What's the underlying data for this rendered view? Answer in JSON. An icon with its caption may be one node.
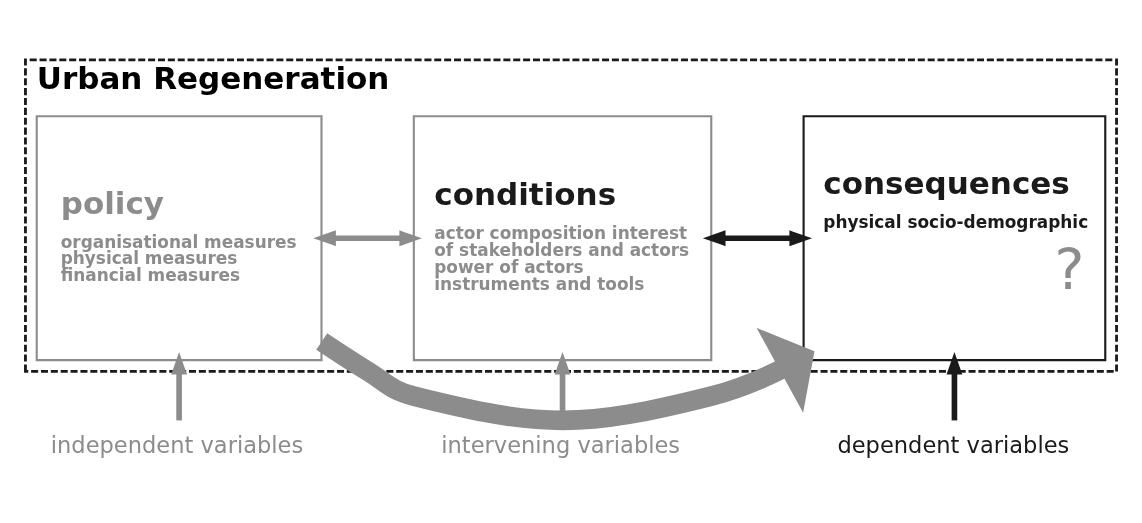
{
  "diagram": {
    "nodes": [
      {
        "text": [
          "Urban Regeneration"
        ]
      },
      {
        "text": [
          "policy",
          "organisational measures physical measures financial measures"
        ],
        "in": 0
      },
      {
        "text": [
          "conditions",
          "actor composition interest of stakeholders and actors power of actors instruments and tools"
        ],
        "in": 0
      },
      {
        "text": [
          "consequences",
          "physical socio-demographic",
          "?"
        ],
        "in": 0
      },
      {
        "text": [
          "independent variables"
        ]
      },
      {
        "text": [
          "intervening variables"
        ]
      },
      {
        "text": [
          "dependent variables"
        ]
      }
    ],
    "edges": [
      {
        "from": 1,
        "to": 2,
        "arrow": "both"
      },
      {
        "from": 2,
        "to": 3,
        "arrow": "both",
        "color": "#1a1a1a"
      },
      {
        "from": 1,
        "to": 3,
        "arrow": "to",
        "style": "thick"
      },
      {
        "from": 4,
        "to": 1,
        "arrow": "to"
      },
      {
        "from": 5,
        "to": 2,
        "arrow": "to"
      },
      {
        "from": 6,
        "to": 3,
        "arrow": "to",
        "color": "#1a1a1a"
      }
    ]
  }
}
